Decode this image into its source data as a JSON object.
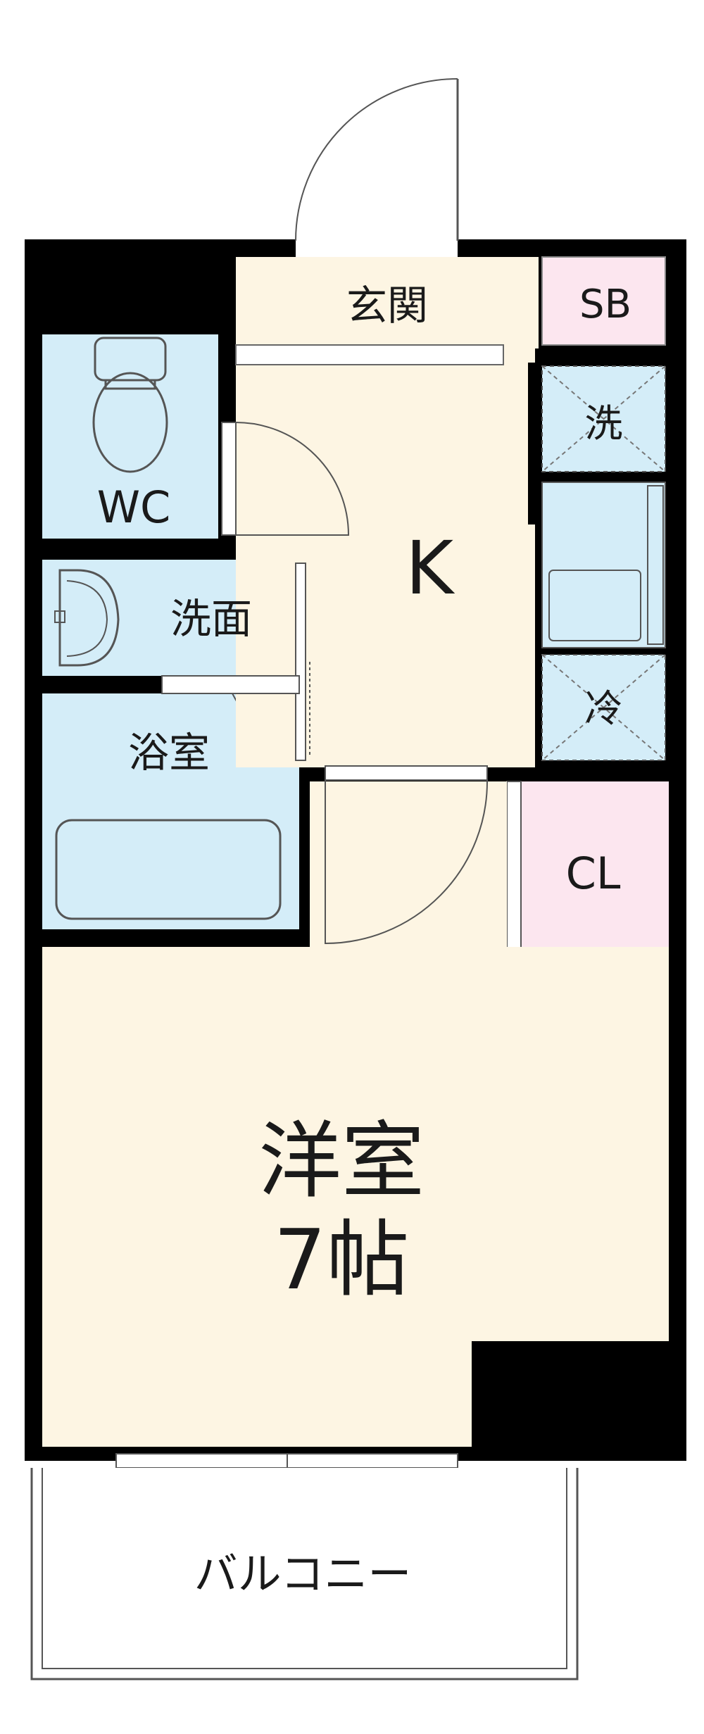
{
  "rooms": {
    "genkan": "玄関",
    "sb": "SB",
    "wc": "WC",
    "washroom": "洗面",
    "bathroom": "浴室",
    "kitchen": "K",
    "washing_machine": "洗",
    "fridge": "冷",
    "closet": "CL",
    "western_room": "洋室",
    "western_room_size": "7帖",
    "balcony": "バルコニー"
  },
  "colors": {
    "floor_beige": "#fdf5e3",
    "wet_blue": "#d4edf8",
    "storage_pink": "#fce6ef",
    "wall": "#000000",
    "line": "#444444"
  }
}
